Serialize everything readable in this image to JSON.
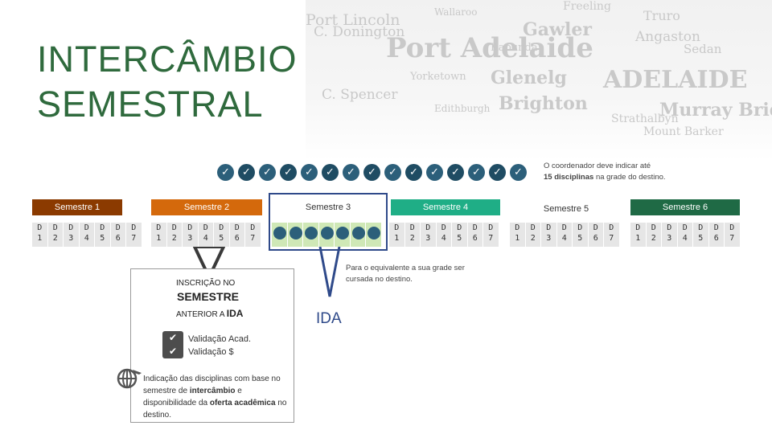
{
  "title": {
    "line1": "INTERCÂMBIO",
    "line2": "SEMESTRAL"
  },
  "map_words": [
    "Port Lincoln",
    "C. Donington",
    "Port Adelaide",
    "ADELAIDE",
    "Glenelg",
    "Brighton",
    "Murray Bridge",
    "Gawler",
    "Wallaroo",
    "Yorketown",
    "Edithburgh",
    "Mount Barker",
    "C. Spencer",
    "Truro",
    "Angaston",
    "Sedan",
    "Strathalbyn",
    "Freeling",
    "Kapunda"
  ],
  "checks": {
    "count": 15,
    "icon": "check-icon",
    "color": "#2c5f7a"
  },
  "note_top": {
    "line1": "O coordenador deve indicar até",
    "line2_prefix": "15 disciplinas",
    "line2_suffix": " na grade do destino."
  },
  "semesters": [
    {
      "label": "Semestre 1",
      "color": "#8b3a00"
    },
    {
      "label": "Semestre 2",
      "color": "#d4690c"
    },
    {
      "label": "Semestre 3",
      "color": "#ffffff"
    },
    {
      "label": "Semestre 4",
      "color": "#1fae86"
    },
    {
      "label": "Semestre 5",
      "color": "#ffffff"
    },
    {
      "label": "Semestre 6",
      "color": "#1f6a45"
    }
  ],
  "disciplines": [
    {
      "letter": "D",
      "numbers": [
        "1",
        "2",
        "3",
        "4",
        "5",
        "6",
        "7"
      ]
    }
  ],
  "callout": {
    "line1": "INSCRIÇÃO NO",
    "line2": "SEMESTRE",
    "line3_prefix": "ANTERIOR A ",
    "line3_bold": "IDA",
    "validation_1": "Validação Acad.",
    "validation_2": "Validação $",
    "indication_a": "Indicação das disciplinas com base no semestre de ",
    "indication_b": "intercâmbio",
    "indication_c": " e disponibilidade da ",
    "indication_d": "oferta acadêmica",
    "indication_e": " no destino."
  },
  "ida": {
    "label": "IDA",
    "color": "#2f4a8a"
  },
  "equiv_note": {
    "line1": "Para o equivalente a sua grade ser",
    "line2": "cursada no destino."
  }
}
